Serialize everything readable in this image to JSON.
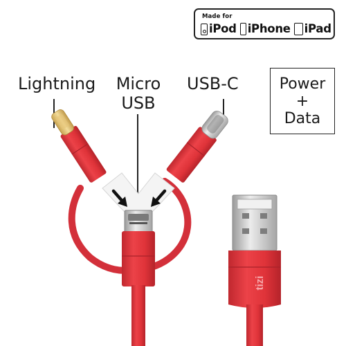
{
  "badge": {
    "made_for": "Made for",
    "devices": [
      {
        "name": "iPod",
        "icon": "ipod-icon"
      },
      {
        "name": "iPhone",
        "icon": "iphone-icon"
      },
      {
        "name": "iPad",
        "icon": "ipad-icon"
      }
    ]
  },
  "labels": {
    "lightning": "Lightning",
    "micro_line1": "Micro",
    "micro_line2": "USB",
    "usbc": "USB-C"
  },
  "callout": {
    "line1": "Power",
    "line2": "+",
    "line3": "Data"
  },
  "brand_logo": "tizi",
  "colors": {
    "cable_red": "#e0353b",
    "cable_red_dark": "#b8242b",
    "metal": "#c9c9c9",
    "text": "#1a1a1a"
  }
}
